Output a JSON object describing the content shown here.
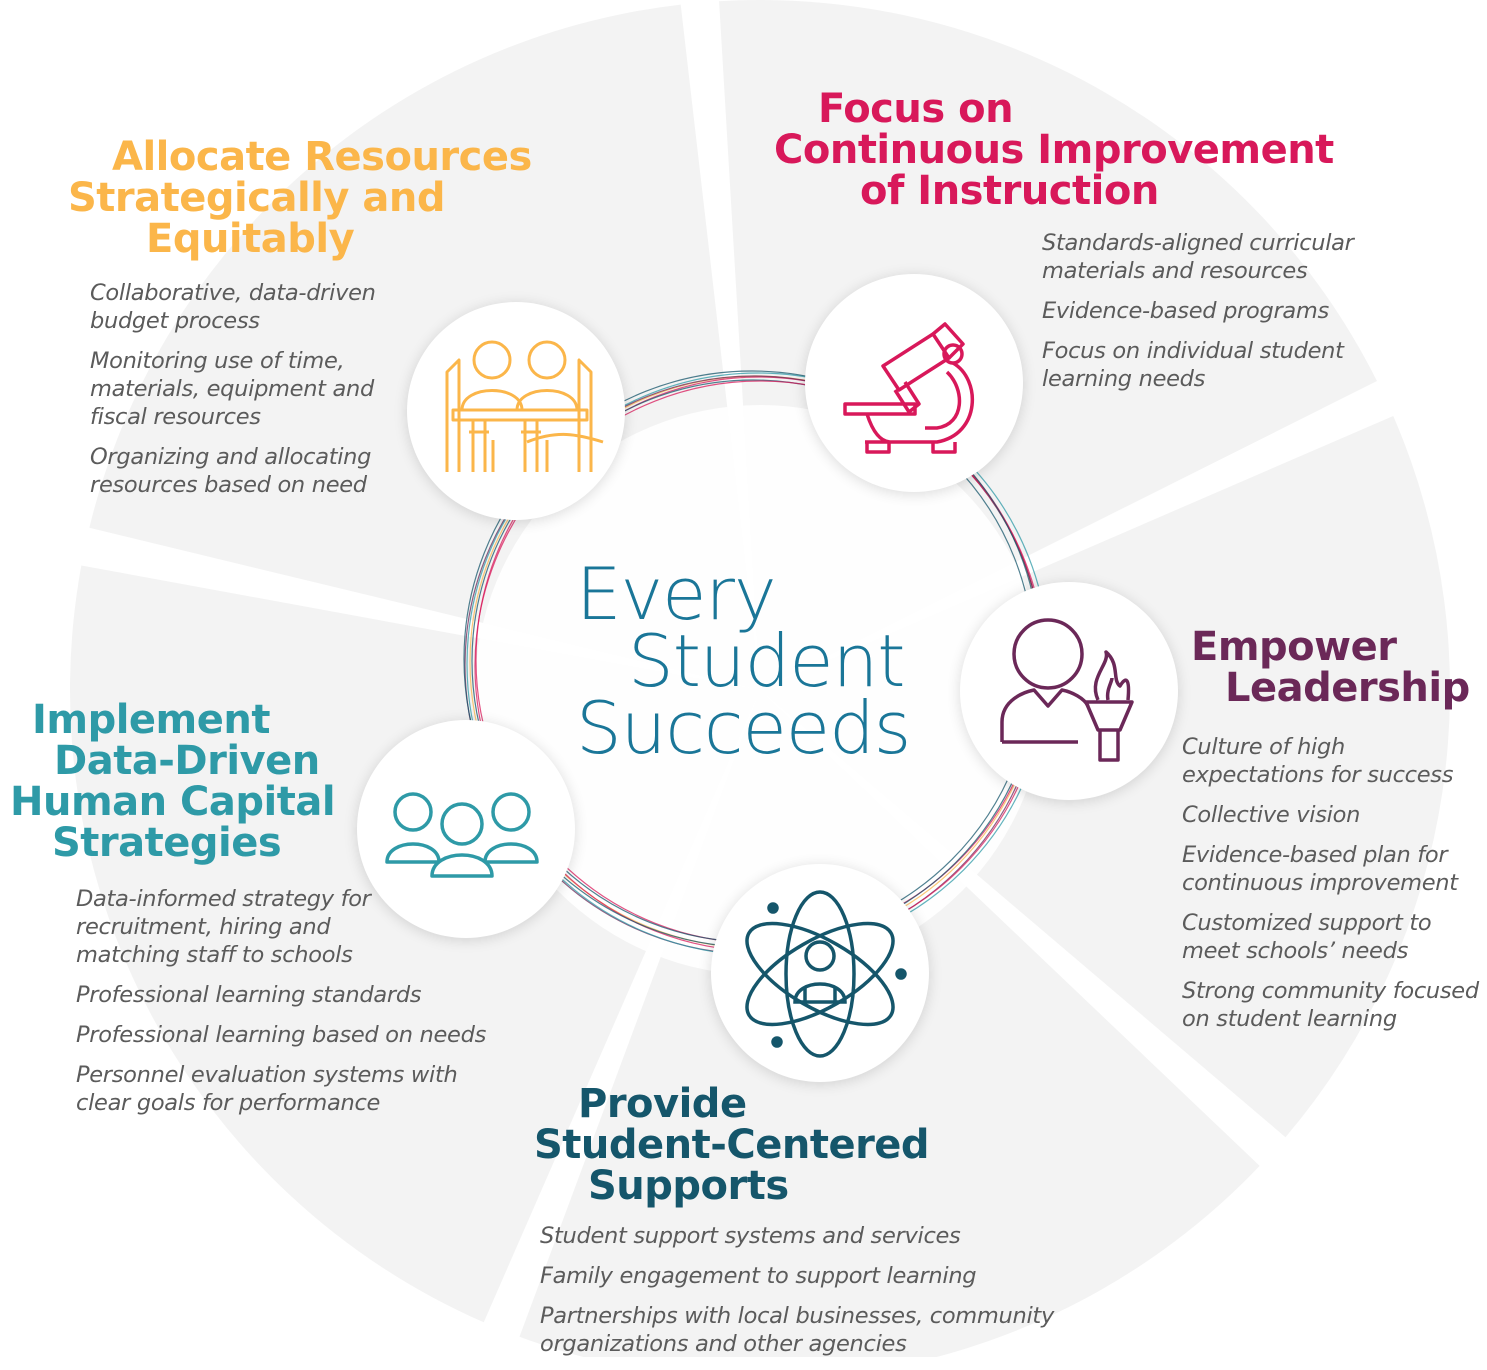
{
  "center": {
    "lines": [
      "Every",
      "Student",
      "Succeeds"
    ],
    "color": "#1a7698"
  },
  "pillars": [
    {
      "title_lines": [
        "Allocate Resources",
        "Strategically and",
        "Equitably"
      ],
      "color": "#fbb64a",
      "icon": "classroom-desks-icon",
      "items": [
        "Collaborative, data-driven budget process",
        "Monitoring use of time, materials, equipment and fiscal resources",
        "Organizing and allocating resources based on need"
      ]
    },
    {
      "title_lines": [
        "Focus on",
        "Continuous Improvement",
        "of Instruction"
      ],
      "color": "#d8185a",
      "icon": "microscope-icon",
      "items": [
        "Standards-aligned curricular materials and resources",
        "Evidence-based programs",
        "Focus on individual student learning needs"
      ]
    },
    {
      "title_lines": [
        "Empower",
        "Leadership"
      ],
      "color": "#6b2858",
      "icon": "leader-torch-icon",
      "items": [
        "Culture of high expectations for success",
        "Collective vision",
        "Evidence-based plan for continuous improvement",
        "Customized support to meet schools’ needs",
        "Strong community focused on student learning"
      ]
    },
    {
      "title_lines": [
        "Provide",
        "Student-Centered",
        "Supports"
      ],
      "color": "#15566b",
      "icon": "student-orbit-icon",
      "items": [
        "Student support systems and services",
        "Family engagement to support learning",
        "Partnerships with local businesses, community organizations and other agencies"
      ]
    },
    {
      "title_lines": [
        "Implement",
        "Data-Driven",
        "Human Capital",
        "Strategies"
      ],
      "color": "#2e9aa7",
      "icon": "people-group-icon",
      "items": [
        "Data-informed strategy for recruitment, hiring and matching staff to schools",
        "Professional learning standards",
        "Professional learning based on needs",
        "Personnel evaluation systems with clear goals for performance"
      ]
    }
  ],
  "colors": {
    "wedge": "#f3f3f3",
    "gap": "#ffffff"
  }
}
